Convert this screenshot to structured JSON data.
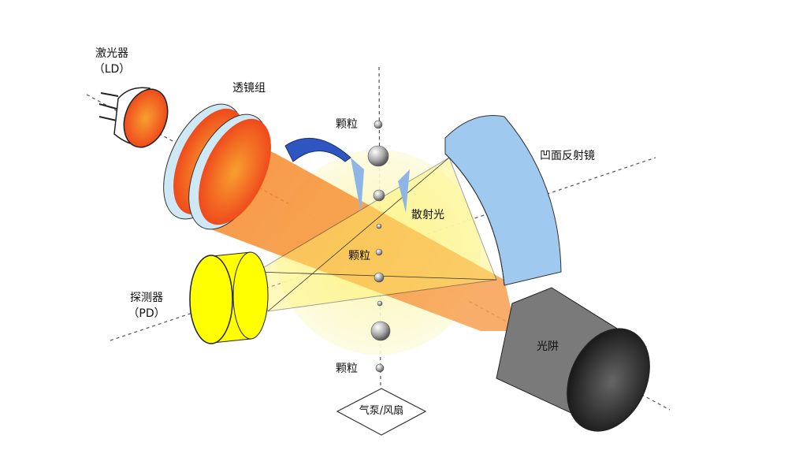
{
  "labels": {
    "laser": "激光器",
    "laser_abbr": "（LD）",
    "lens_group": "透镜组",
    "particle_top": "颗粒",
    "concave_mirror": "凹面反射镜",
    "scattered_light": "散射光",
    "particle_center": "颗粒",
    "detector": "探测器",
    "detector_abbr": "（PD）",
    "light_trap": "光阱",
    "particle_bottom": "颗粒",
    "pump_fan": "气泵/风扇"
  },
  "colors": {
    "laser_beam": "#f7892a",
    "laser_face": "#f0421c",
    "lens_rim": "#cfe8f5",
    "mirror": "#9fc9ee",
    "detector": "#ffff00",
    "scatter_zone": "#fbf7b8",
    "light_trap": "#7a7a7a"
  }
}
